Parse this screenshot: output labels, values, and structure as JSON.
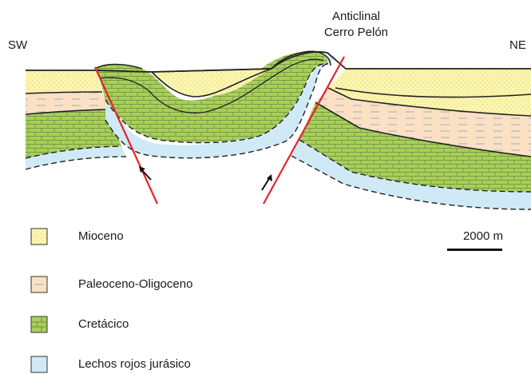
{
  "labels": {
    "sw": "SW",
    "ne": "NE",
    "anticline_line1": "Anticlinal",
    "anticline_line2": "Cerro Pelón"
  },
  "scale": {
    "label": "2000 m"
  },
  "legend": [
    {
      "label": "Mioceno",
      "fill": "#fbf4ad",
      "pattern": "dots"
    },
    {
      "label": "Paleoceno-Oligoceno",
      "fill": "#fbe0c3",
      "pattern": "dashes"
    },
    {
      "label": "Cretácico",
      "fill": "#a9cf5c",
      "pattern": "bricks"
    },
    {
      "label": "Lechos rojos jurásico",
      "fill": "#cfeaf6",
      "pattern": "none"
    }
  ],
  "colors": {
    "mioceno": "#fbf4ad",
    "paleoceno": "#fbe0c3",
    "cretacico": "#a9cf5c",
    "jurasico": "#cfeaf6",
    "fault": "#e3232b",
    "contact": "#222222"
  }
}
